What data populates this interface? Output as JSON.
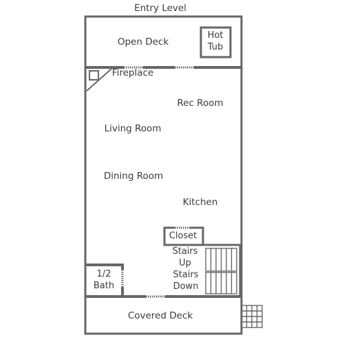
{
  "title": "Entry Level",
  "rooms": {
    "open_deck": "Open Deck",
    "hot_tub": [
      "Hot",
      "Tub"
    ],
    "fireplace": "Fireplace",
    "rec_room": "Rec Room",
    "living_room": "Living Room",
    "dining_room": "Dining Room",
    "kitchen": "Kitchen",
    "closet": "Closet",
    "stairs_up": [
      "Stairs",
      "Up"
    ],
    "stairs_down": [
      "Stairs",
      "Down"
    ],
    "half_bath": [
      "1/2",
      "Bath"
    ],
    "covered_deck": "Covered Deck"
  },
  "colors": {
    "wall": "#666666",
    "text": "#3b3b3b",
    "background": "#ffffff"
  }
}
